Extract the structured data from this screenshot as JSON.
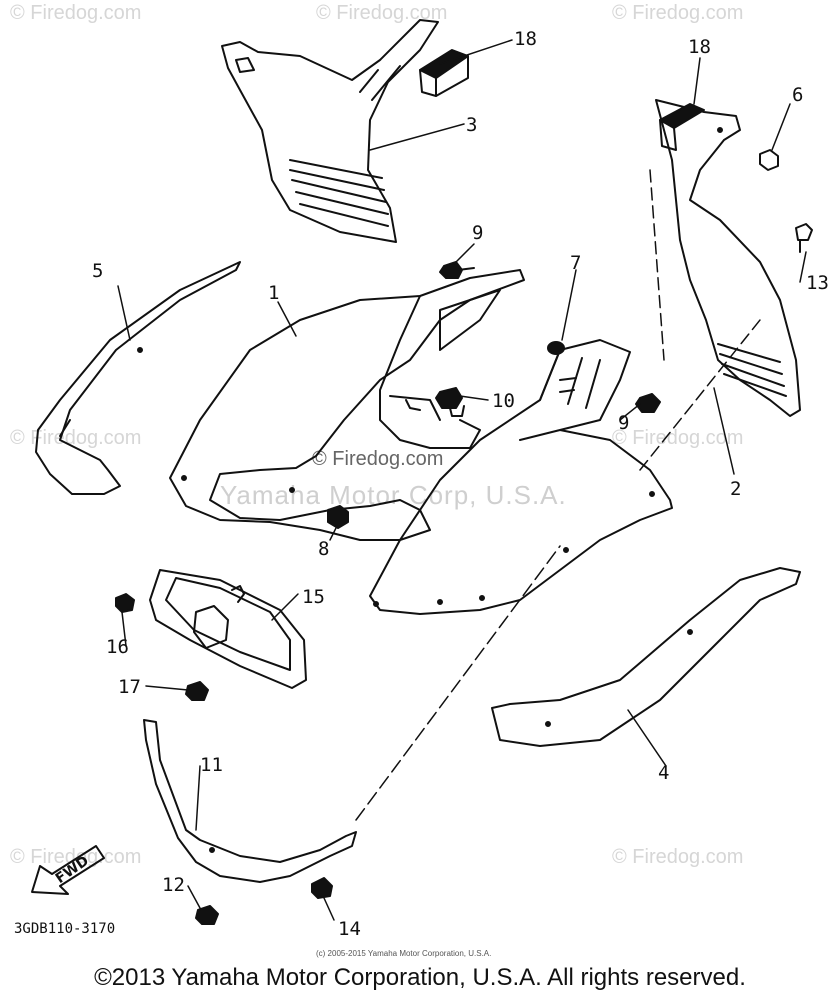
{
  "watermarks": {
    "site": "© Firedog.com",
    "center_site": "© Firedog.com",
    "center_company": "Yamaha Motor Corp, U.S.A."
  },
  "callouts": [
    "1",
    "2",
    "3",
    "4",
    "5",
    "6",
    "7",
    "8",
    "9",
    "9",
    "10",
    "11",
    "12",
    "13",
    "14",
    "15",
    "16",
    "17",
    "18",
    "18"
  ],
  "fwd_label": "FWD",
  "diagram_code": "3GDB110-3170",
  "small_copyright": "(c) 2005-2015 Yamaha Motor Corporation, U.S.A.",
  "footer": "©2013 Yamaha Motor Corporation, U.S.A. All rights reserved.",
  "colors": {
    "line": "#111111",
    "watermark": "#d6d6d6"
  }
}
